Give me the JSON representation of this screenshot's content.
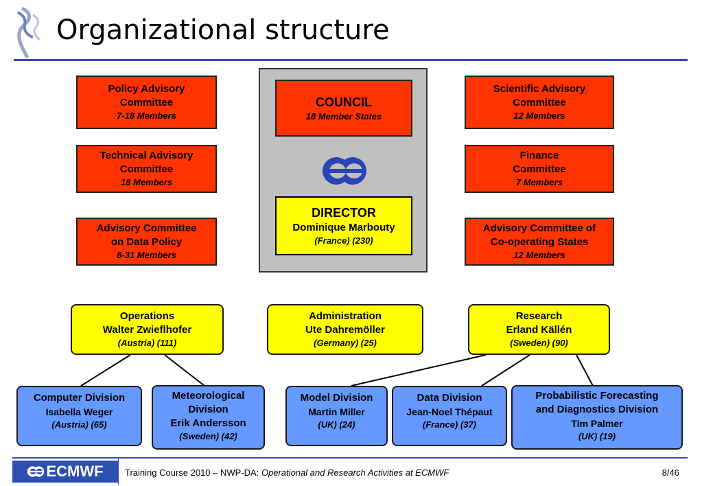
{
  "title": "Organizational structure",
  "advisory_left": [
    {
      "line1": "Policy Advisory",
      "line2": "Committee",
      "members": "7-18 Members"
    },
    {
      "line1": "Technical Advisory",
      "line2": "Committee",
      "members": "18 Members"
    },
    {
      "line1": "Advisory Committee",
      "line2": "on Data Policy",
      "members": "8-31 Members"
    }
  ],
  "advisory_right": [
    {
      "line1": "Scientific Advisory",
      "line2": "Committee",
      "members": "12 Members"
    },
    {
      "line1": "Finance",
      "line2": "Committee",
      "members": "7 Members"
    },
    {
      "line1": "Advisory Committee of",
      "line2": "Co-operating States",
      "members": "12 Members"
    }
  ],
  "council": {
    "title": "COUNCIL",
    "members": "18 Member States"
  },
  "director": {
    "title": "DIRECTOR",
    "name": "Dominique Marbouty",
    "detail": "(France)  (230)"
  },
  "departments": [
    {
      "title": "Operations",
      "head": "Walter Zwieflhofer",
      "detail": "(Austria)  (111)"
    },
    {
      "title": "Administration",
      "head": "Ute Dahremöller",
      "detail": "(Germany)  (25)"
    },
    {
      "title": "Research",
      "head": "Erland Källén",
      "detail": "(Sweden)   (90)"
    }
  ],
  "divisions": [
    {
      "line1": "Computer Division",
      "line2": "Isabella Weger",
      "detail": "(Austria) (65)"
    },
    {
      "line1": "Meteorological",
      "line1b": "Division",
      "line2": "Erik Andersson",
      "detail": "(Sweden)  (42)"
    },
    {
      "line1": "Model Division",
      "line2": "Martin Miller",
      "detail": "(UK)   (24)"
    },
    {
      "line1": "Data Division",
      "line2": "Jean-Noel Thépaut",
      "detail": "(France)  (37)"
    },
    {
      "line1": "Probabilistic Forecasting",
      "line1b": "and Diagnostics Division",
      "line2": "Tim Palmer",
      "detail": "(UK)  (19)"
    }
  ],
  "footer": {
    "logo_text": "ECMWF",
    "course": "Training Course 2010 – NWP-DA: ",
    "subtitle": "Operational and Research Activities at ECMWF",
    "page": "8/46"
  },
  "colors": {
    "advisory": "#ff3300",
    "leadership": "#ffff00",
    "division": "#6699ff",
    "rule": "#3a4aa8",
    "panel": "#c0c0c0"
  }
}
